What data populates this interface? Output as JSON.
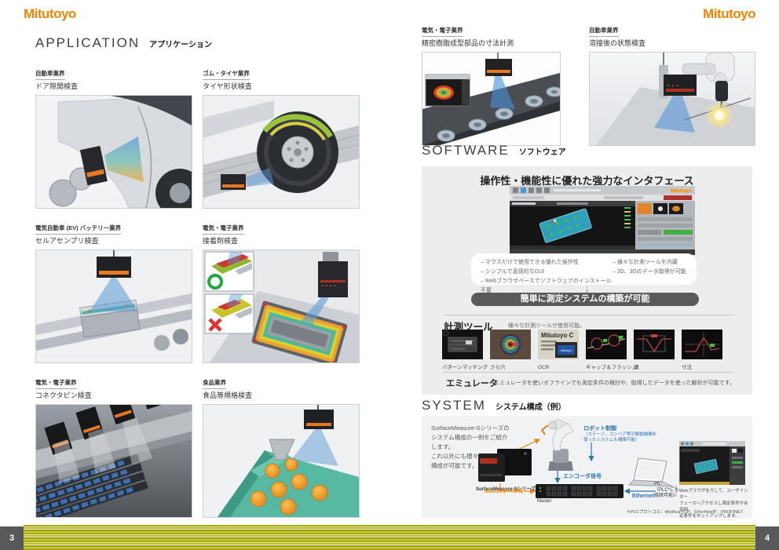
{
  "brand": {
    "logo": "Mitutoyo",
    "accent_color": "#f08300"
  },
  "colors": {
    "accent": "#f08300",
    "diagram_blue": "#2e75b6",
    "banner_gray": "#595959",
    "stripe_olive": "#a8aa20"
  },
  "footer": {
    "left_page_number": "3",
    "right_page_number": "4"
  },
  "left_page": {
    "section_title": "APPLICATION",
    "section_subtitle": "アプリケーション",
    "applications": [
      {
        "industry": "自動車業界",
        "title": "ドア隙間検査"
      },
      {
        "industry": "ゴム・タイヤ業界",
        "title": "タイヤ形状検査"
      },
      {
        "industry": "電気自動車 (EV) バッテリー業界",
        "title": "セルアセンブリ検査"
      },
      {
        "industry": "電気・電子業界",
        "title": "接着剤検査"
      },
      {
        "industry": "電気・電子業界",
        "title": "コネクタピン検査"
      },
      {
        "industry": "食品業界",
        "title": "食品等規格検査"
      }
    ]
  },
  "right_page": {
    "applications": [
      {
        "industry": "電気・電子業界",
        "title": "精密樹脂成型部品の寸法計測"
      },
      {
        "industry": "自動車業界",
        "title": "溶接後の状態検査"
      }
    ],
    "software": {
      "section_title": "SOFTWARE",
      "section_subtitle": "ソフトウェア",
      "panel_title": "操作性・機能性に優れた強力なインタフェース",
      "screenshot_brand": "Mitutoyo",
      "features_left": [
        "– マウスだけで使用できる優れた操作性",
        "– シンプルで直感的なGUI",
        "– Webブラウザベースでソフトウェアのインストール不要"
      ],
      "features_right": [
        "– 様々な計測ツールを内蔵",
        "– 2D、3Dのデータ取得が可能"
      ],
      "arrow": "↓",
      "banner": "簡単に測定システムの構築が可能",
      "tools_title": "計測ツール",
      "tools_desc": "様々な計測ツールが使用可能。",
      "tools": [
        "パターンマッチング",
        "さら穴",
        "OCR",
        "ギャップ＆フラッシュ",
        "溝",
        "寸法"
      ],
      "ocr_sample_line": "Mitutoyo C",
      "ocr_badge": "Mitutoyo",
      "emulator_title": "エミュレータ",
      "emulator_desc": "エミュレータを使いオフラインでも測定条件の検討や、取得したデータを使った解析が可能です。"
    },
    "system": {
      "section_title": "SYSTEM",
      "section_subtitle": "システム構成（例）",
      "intro": "SurfaceMeasure-Sシリーズの\nシステム構成の一例をご紹介\nします。\nこれ以外にも様々なシステム\n構成が可能です。",
      "sensor_label": "SurfaceMeasure-Sシリーズ",
      "robot_label": "ロボット制御",
      "robot_sub": "（ステージ、コンベア等の駆動機構を\n使ったシステムも構築可能）",
      "encoder_label": "エンコーダ信号",
      "master_cable_label": "Masterケーブル",
      "master_label": "Master",
      "ethernet_label": "Ethernet",
      "pc_label": "PC",
      "pc_sub": "（PLC*にも\n接続可能）",
      "web_caption": "Webブラウザを介して、ユーザインター\nフェースへアクセスし測定条件や合否判\n定条件をセットアップします。",
      "footnote": "＊PLCプロトコル：Modbus TCP、EtherNet/IP、PROFINET"
    }
  }
}
